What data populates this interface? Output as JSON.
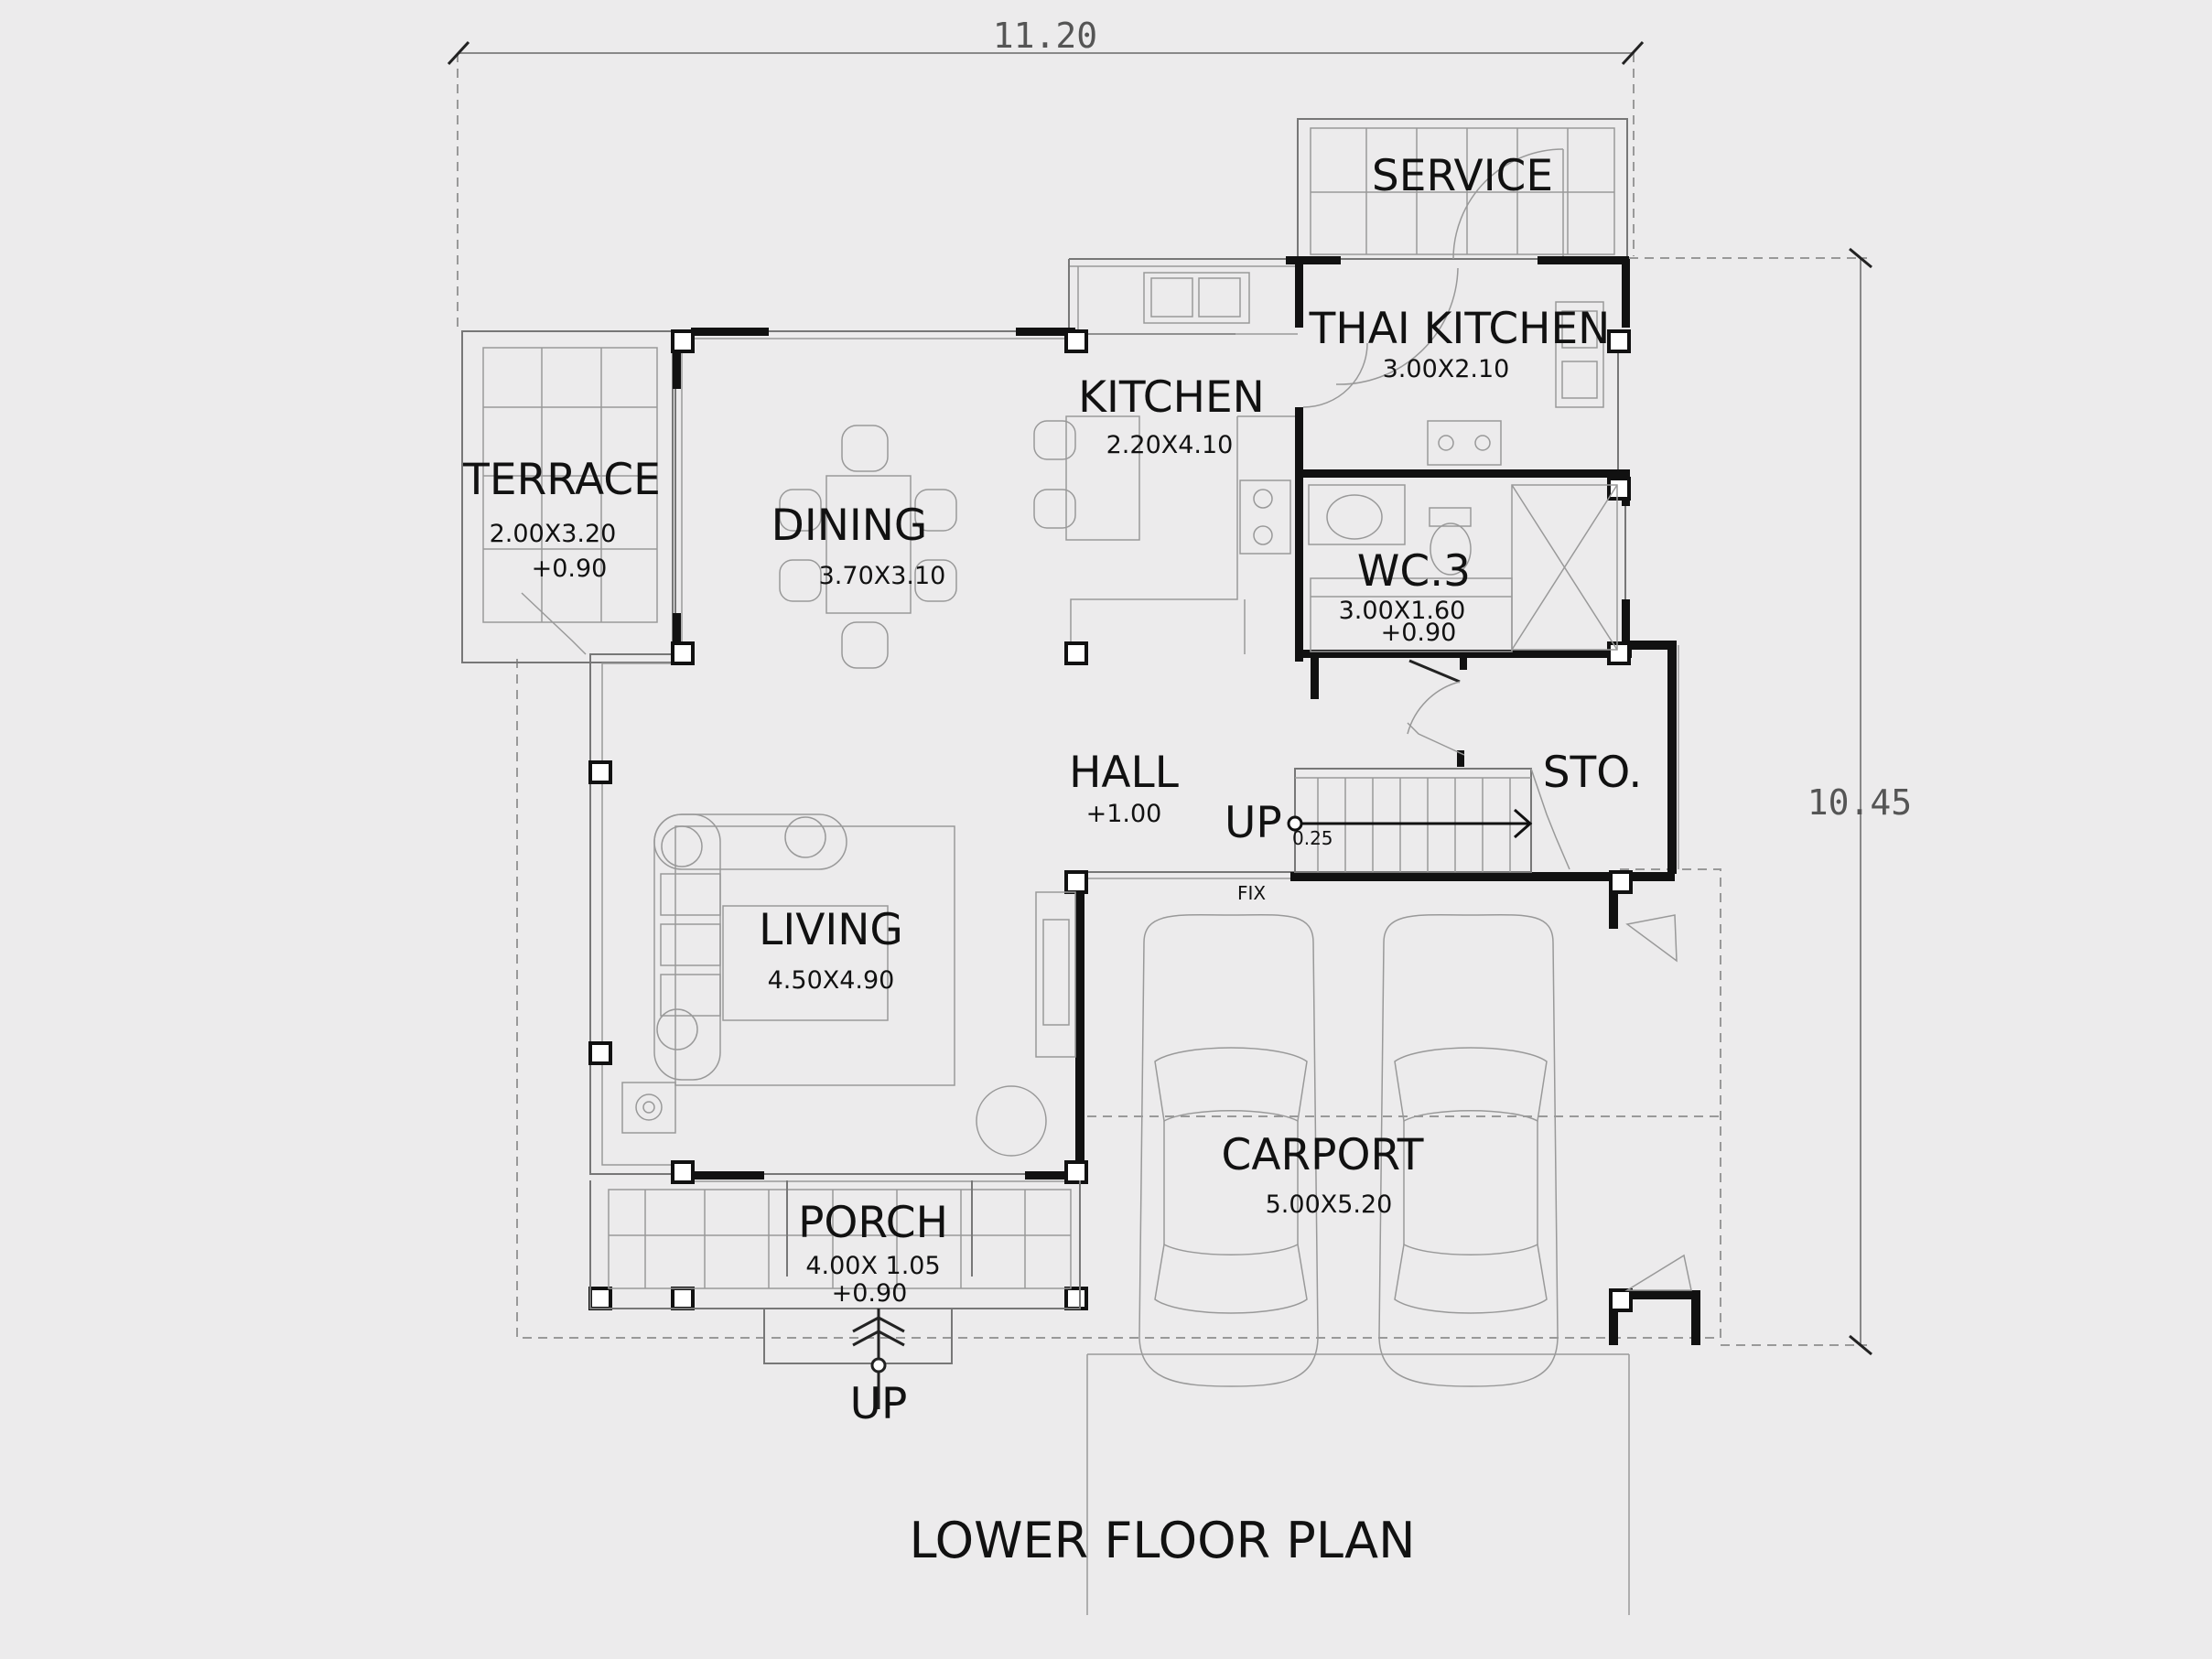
{
  "plan": {
    "title": "LOWER FLOOR PLAN",
    "width_dimension": "11.20",
    "depth_dimension": "10.45",
    "stair_label": "UP",
    "entry_label": "UP",
    "fixed_window_label": "FIX",
    "step_label": "0.25"
  },
  "rooms": {
    "service": {
      "name": "SERVICE"
    },
    "thai_kitchen": {
      "name": "THAI KITCHEN",
      "size": "3.00X2.10"
    },
    "kitchen": {
      "name": "KITCHEN",
      "size": "2.20X4.10"
    },
    "terrace": {
      "name": "TERRACE",
      "size": "2.00X3.20",
      "level": "+0.90"
    },
    "dining": {
      "name": "DINING",
      "size": "3.70X3.10"
    },
    "wc": {
      "name": "WC.3",
      "size": "3.00X1.60",
      "level": "+0.90"
    },
    "hall": {
      "name": "HALL",
      "level": "+1.00"
    },
    "storage": {
      "name": "STO."
    },
    "living": {
      "name": "LIVING",
      "size": "4.50X4.90"
    },
    "carport": {
      "name": "CARPORT",
      "size": "5.00X5.20"
    },
    "porch": {
      "name": "PORCH",
      "size": "4.00X 1.05",
      "level": "+0.90"
    }
  }
}
